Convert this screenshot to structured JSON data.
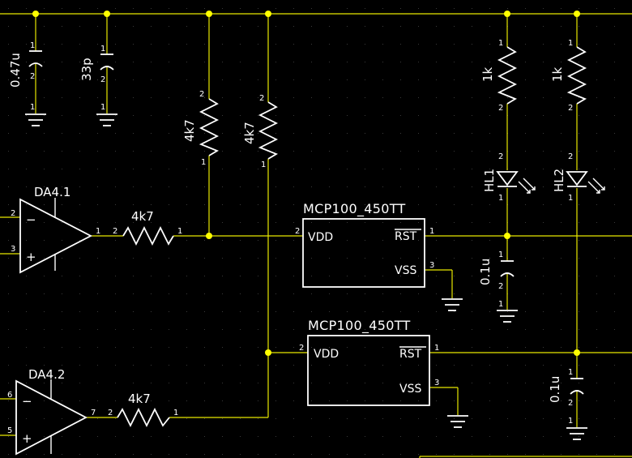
{
  "colors": {
    "background": "#000000",
    "wire": "#e8e800",
    "symbol": "#ffffff",
    "junction": "#ffff00"
  },
  "capacitors": {
    "c1": {
      "value": "0.47u",
      "pin_top": "1",
      "pin_bottom": "2",
      "pin_gnd": "1"
    },
    "c2": {
      "value": "33p",
      "pin_top": "1",
      "pin_bottom": "2",
      "pin_gnd": "1"
    },
    "c3": {
      "value": "0.1u",
      "pin_top": "1",
      "pin_bottom": "2",
      "pin_gnd": "1"
    },
    "c4": {
      "value": "0.1u",
      "pin_top": "1",
      "pin_bottom": "2",
      "pin_gnd": "1"
    }
  },
  "resistors": {
    "r_pull1": {
      "value": "4k7",
      "pin_top": "2",
      "pin_bottom": "1"
    },
    "r_pull2": {
      "value": "4k7",
      "pin_top": "2",
      "pin_bottom": "1"
    },
    "r_led1": {
      "value": "1k",
      "pin_top": "1",
      "pin_bottom": "2"
    },
    "r_led2": {
      "value": "1k",
      "pin_top": "1",
      "pin_bottom": "2"
    },
    "r_ser1": {
      "value": "4k7",
      "pin_left": "2",
      "pin_right": "1"
    },
    "r_ser2": {
      "value": "4k7",
      "pin_left": "2",
      "pin_right": "1"
    }
  },
  "leds": {
    "hl1": {
      "ref": "HL1",
      "pin_top": "2",
      "pin_bottom": "1"
    },
    "hl2": {
      "ref": "HL2",
      "pin_top": "2",
      "pin_bottom": "1"
    }
  },
  "opamps": {
    "da1": {
      "ref": "DA4.1",
      "pin_inv": "2",
      "pin_noninv": "3",
      "pin_out": "1",
      "minus": "−",
      "plus": "+"
    },
    "da2": {
      "ref": "DA4.2",
      "pin_inv": "6",
      "pin_noninv": "5",
      "pin_out": "7",
      "minus": "−",
      "plus": "+"
    }
  },
  "ics": {
    "u1": {
      "name": "MCP100_450TT",
      "vdd": "VDD",
      "rst": "RST",
      "vss": "VSS",
      "pin_vdd": "2",
      "pin_rst": "1",
      "pin_vss": "3"
    },
    "u2": {
      "name": "MCP100_450TT",
      "vdd": "VDD",
      "rst": "RST",
      "vss": "VSS",
      "pin_vdd": "2",
      "pin_rst": "1",
      "pin_vss": "3"
    }
  }
}
